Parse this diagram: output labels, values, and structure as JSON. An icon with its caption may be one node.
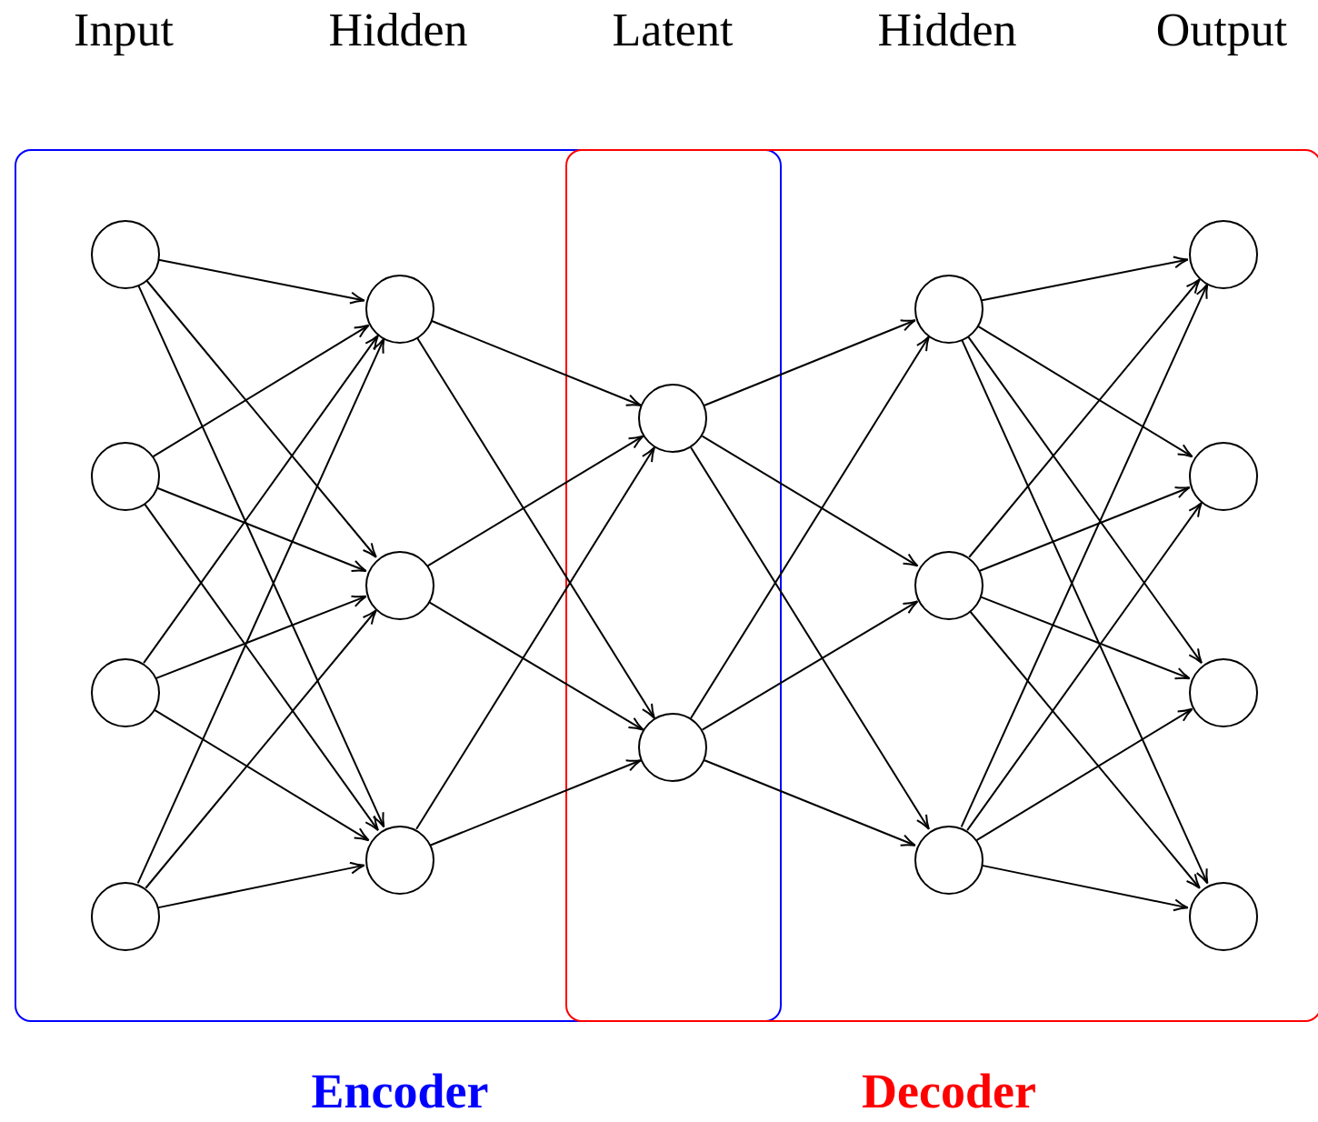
{
  "diagram": {
    "nodes": [
      {
        "text": [
          "Encoder"
        ]
      },
      {
        "text": [
          "Decoder"
        ]
      },
      {
        "text": [],
        "shape": "circle",
        "in": 0
      },
      {
        "text": [],
        "shape": "circle",
        "in": 0
      },
      {
        "text": [],
        "shape": "circle",
        "in": 0
      },
      {
        "text": [],
        "shape": "circle",
        "in": 0
      },
      {
        "text": [],
        "shape": "circle",
        "in": 0
      },
      {
        "text": [],
        "shape": "circle",
        "in": 0
      },
      {
        "text": [],
        "shape": "circle",
        "in": 0
      },
      {
        "text": [],
        "shape": "circle"
      },
      {
        "text": [],
        "shape": "circle"
      },
      {
        "text": [],
        "shape": "circle",
        "in": 1
      },
      {
        "text": [],
        "shape": "circle",
        "in": 1
      },
      {
        "text": [],
        "shape": "circle",
        "in": 1
      },
      {
        "text": [],
        "shape": "circle",
        "in": 1
      },
      {
        "text": [],
        "shape": "circle",
        "in": 1
      },
      {
        "text": [],
        "shape": "circle",
        "in": 1
      },
      {
        "text": [],
        "shape": "circle",
        "in": 1
      }
    ],
    "edges": [
      {
        "from": 2,
        "to": 6,
        "arrow": "to"
      },
      {
        "from": 2,
        "to": 7,
        "arrow": "to"
      },
      {
        "from": 2,
        "to": 8,
        "arrow": "to"
      },
      {
        "from": 3,
        "to": 6,
        "arrow": "to"
      },
      {
        "from": 3,
        "to": 7,
        "arrow": "to"
      },
      {
        "from": 3,
        "to": 8,
        "arrow": "to"
      },
      {
        "from": 4,
        "to": 6,
        "arrow": "to"
      },
      {
        "from": 4,
        "to": 7,
        "arrow": "to"
      },
      {
        "from": 4,
        "to": 8,
        "arrow": "to"
      },
      {
        "from": 5,
        "to": 6,
        "arrow": "to"
      },
      {
        "from": 5,
        "to": 7,
        "arrow": "to"
      },
      {
        "from": 5,
        "to": 8,
        "arrow": "to"
      },
      {
        "from": 6,
        "to": 9,
        "arrow": "to"
      },
      {
        "from": 6,
        "to": 10,
        "arrow": "to"
      },
      {
        "from": 7,
        "to": 9,
        "arrow": "to"
      },
      {
        "from": 7,
        "to": 10,
        "arrow": "to"
      },
      {
        "from": 8,
        "to": 9,
        "arrow": "to"
      },
      {
        "from": 8,
        "to": 10,
        "arrow": "to"
      },
      {
        "from": 9,
        "to": 11,
        "arrow": "to"
      },
      {
        "from": 9,
        "to": 12,
        "arrow": "to"
      },
      {
        "from": 9,
        "to": 13,
        "arrow": "to"
      },
      {
        "from": 10,
        "to": 11,
        "arrow": "to"
      },
      {
        "from": 10,
        "to": 12,
        "arrow": "to"
      },
      {
        "from": 10,
        "to": 13,
        "arrow": "to"
      },
      {
        "from": 11,
        "to": 14,
        "arrow": "to"
      },
      {
        "from": 11,
        "to": 15,
        "arrow": "to"
      },
      {
        "from": 11,
        "to": 16,
        "arrow": "to"
      },
      {
        "from": 11,
        "to": 17,
        "arrow": "to"
      },
      {
        "from": 12,
        "to": 14,
        "arrow": "to"
      },
      {
        "from": 12,
        "to": 15,
        "arrow": "to"
      },
      {
        "from": 12,
        "to": 16,
        "arrow": "to"
      },
      {
        "from": 12,
        "to": 17,
        "arrow": "to"
      },
      {
        "from": 13,
        "to": 14,
        "arrow": "to"
      },
      {
        "from": 13,
        "to": 15,
        "arrow": "to"
      },
      {
        "from": 13,
        "to": 16,
        "arrow": "to"
      },
      {
        "from": 13,
        "to": 17,
        "arrow": "to"
      }
    ],
    "labels": [
      "Input",
      "Hidden",
      "Latent",
      "Hidden",
      "Output"
    ]
  }
}
